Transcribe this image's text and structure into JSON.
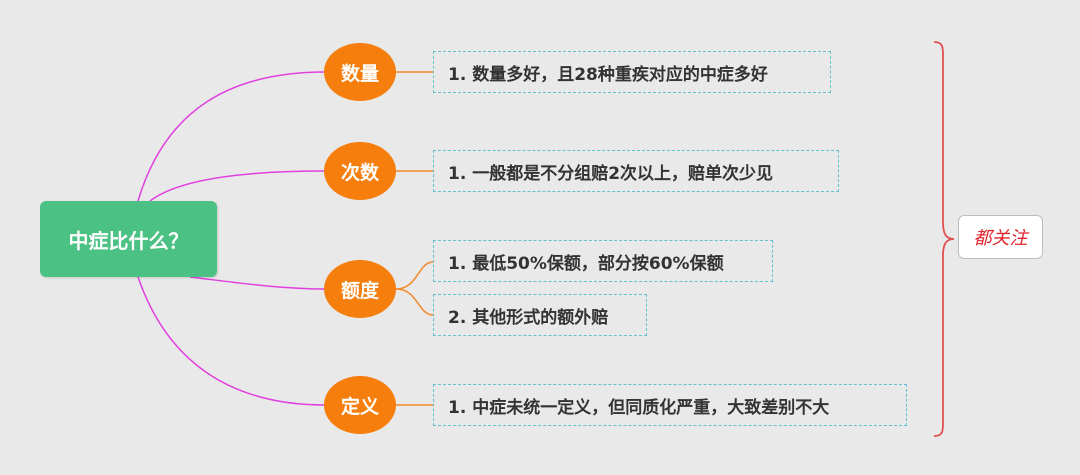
{
  "root": {
    "label": "中症比什么？"
  },
  "branches": [
    {
      "label": "数量",
      "details": [
        "1. 数量多好，且28种重疾对应的中症多好"
      ]
    },
    {
      "label": "次数",
      "details": [
        "1. 一般都是不分组赔2次以上，赔单次少见"
      ]
    },
    {
      "label": "额度",
      "details": [
        "1. 最低50%保额，部分按60%保额",
        "2. 其他形式的额外赔"
      ]
    },
    {
      "label": "定义",
      "details": [
        "1. 中症未统一定义，但同质化严重，大致差别不大"
      ]
    }
  ],
  "summary": {
    "label": "都关注"
  },
  "colors": {
    "background": "#e9e9e9",
    "root_fill": "#4cc184",
    "branch_fill": "#f57e0c",
    "connector": "#e040e0",
    "leaf_border": "#62c0cf",
    "leaf_connector": "#f08a2a",
    "brace": "#e05050",
    "summary_text": "#e0262d"
  }
}
